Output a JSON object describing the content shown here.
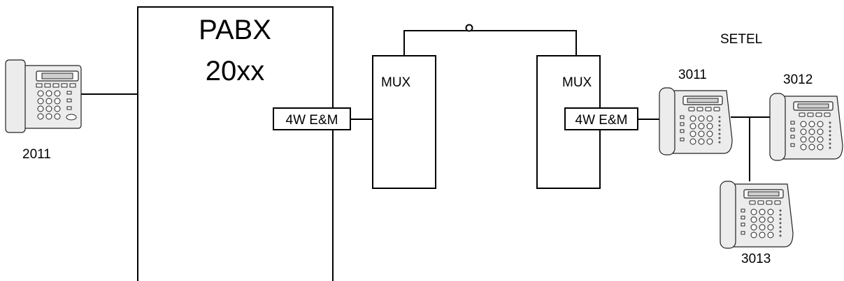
{
  "pabx": {
    "line1": "PABX",
    "line2": "20xx"
  },
  "mux_left": {
    "label": "MUX",
    "interface": "4W E&M"
  },
  "mux_right": {
    "label": "MUX",
    "interface": "4W E&M"
  },
  "setel": {
    "label": "SETEL"
  },
  "phones": {
    "p2011": "2011",
    "p3011": "3011",
    "p3012": "3012",
    "p3013": "3013"
  }
}
